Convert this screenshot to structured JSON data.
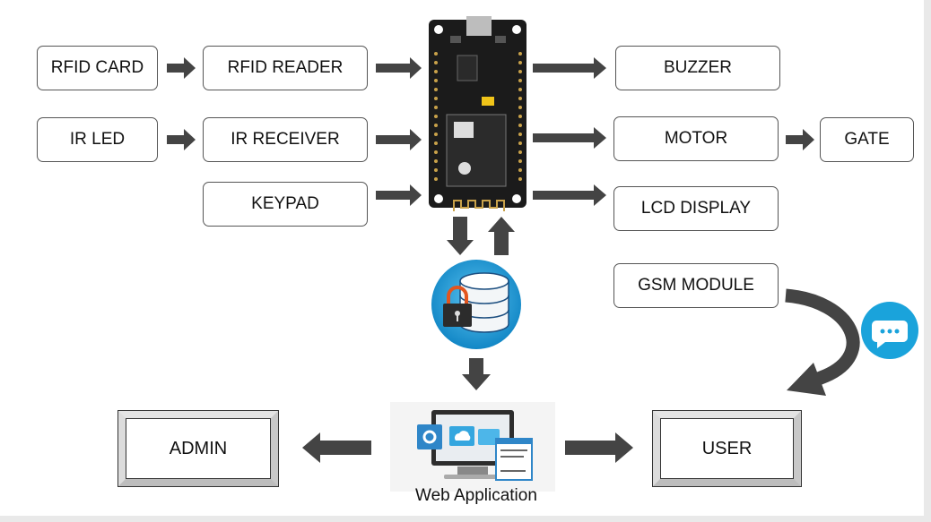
{
  "inputs": {
    "rfid_card": "RFID CARD",
    "rfid_reader": "RFID READER",
    "ir_led": "IR LED",
    "ir_receiver": "IR RECEIVER",
    "keypad": "KEYPAD"
  },
  "outputs": {
    "buzzer": "BUZZER",
    "motor": "MOTOR",
    "gate": "GATE",
    "lcd_display": "LCD DISPLAY",
    "gsm_module": "GSM MODULE"
  },
  "bottom": {
    "admin": "ADMIN",
    "user": "USER",
    "web_application": "Web Application"
  },
  "colors": {
    "arrow": "#444444",
    "database_blue": "#1f9ad6",
    "chat_blue": "#1aa3db",
    "board_black": "#1b1b1b"
  },
  "icons": [
    "microcontroller-board",
    "secure-database-icon",
    "web-application-icon",
    "chat-bubble-icon"
  ]
}
